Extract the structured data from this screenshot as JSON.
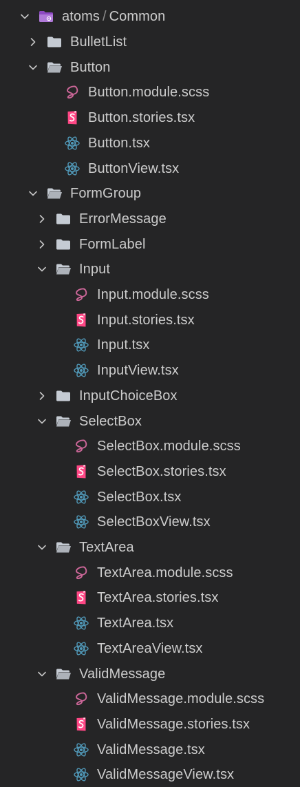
{
  "explorer": {
    "breadcrumb": {
      "left": "atoms",
      "separator": "/",
      "right": "Common"
    },
    "items": [
      {
        "label": "BulletList",
        "type": "folder",
        "expanded": false,
        "depth": 0
      },
      {
        "label": "Button",
        "type": "folder",
        "expanded": true,
        "depth": 0
      },
      {
        "label": "Button.module.scss",
        "type": "scss",
        "depth": 1
      },
      {
        "label": "Button.stories.tsx",
        "type": "stories",
        "depth": 1
      },
      {
        "label": "Button.tsx",
        "type": "react",
        "depth": 1
      },
      {
        "label": "ButtonView.tsx",
        "type": "react",
        "depth": 1
      },
      {
        "label": "FormGroup",
        "type": "folder",
        "expanded": true,
        "depth": 0
      },
      {
        "label": "ErrorMessage",
        "type": "folder",
        "expanded": false,
        "depth": 1
      },
      {
        "label": "FormLabel",
        "type": "folder",
        "expanded": false,
        "depth": 1
      },
      {
        "label": "Input",
        "type": "folder",
        "expanded": true,
        "depth": 1
      },
      {
        "label": "Input.module.scss",
        "type": "scss",
        "depth": 2
      },
      {
        "label": "Input.stories.tsx",
        "type": "stories",
        "depth": 2
      },
      {
        "label": "Input.tsx",
        "type": "react",
        "depth": 2
      },
      {
        "label": "InputView.tsx",
        "type": "react",
        "depth": 2
      },
      {
        "label": "InputChoiceBox",
        "type": "folder",
        "expanded": false,
        "depth": 1
      },
      {
        "label": "SelectBox",
        "type": "folder",
        "expanded": true,
        "depth": 1
      },
      {
        "label": "SelectBox.module.scss",
        "type": "scss",
        "depth": 2
      },
      {
        "label": "SelectBox.stories.tsx",
        "type": "stories",
        "depth": 2
      },
      {
        "label": "SelectBox.tsx",
        "type": "react",
        "depth": 2
      },
      {
        "label": "SelectBoxView.tsx",
        "type": "react",
        "depth": 2
      },
      {
        "label": "TextArea",
        "type": "folder",
        "expanded": true,
        "depth": 1
      },
      {
        "label": "TextArea.module.scss",
        "type": "scss",
        "depth": 2
      },
      {
        "label": "TextArea.stories.tsx",
        "type": "stories",
        "depth": 2
      },
      {
        "label": "TextArea.tsx",
        "type": "react",
        "depth": 2
      },
      {
        "label": "TextAreaView.tsx",
        "type": "react",
        "depth": 2
      },
      {
        "label": "ValidMessage",
        "type": "folder",
        "expanded": true,
        "depth": 1
      },
      {
        "label": "ValidMessage.module.scss",
        "type": "scss",
        "depth": 2
      },
      {
        "label": "ValidMessage.stories.tsx",
        "type": "stories",
        "depth": 2
      },
      {
        "label": "ValidMessage.tsx",
        "type": "react",
        "depth": 2
      },
      {
        "label": "ValidMessageView.tsx",
        "type": "react",
        "depth": 2
      }
    ]
  },
  "colors": {
    "background": "#252526",
    "text": "#cccccc",
    "chevron": "#c5c5c5",
    "folder": "#c5cbd3",
    "special_folder": "#a45ad6",
    "scss": "#cd6799",
    "stories": "#ff4785",
    "react": "#519aba"
  },
  "icons": {
    "folder": "folder-icon",
    "folder_open": "folder-open-icon",
    "special_folder": "atoms-folder-icon",
    "scss": "sass-icon",
    "stories": "storybook-icon",
    "react": "react-icon",
    "collapsed": "chevron-right-icon",
    "expanded": "chevron-down-icon"
  }
}
